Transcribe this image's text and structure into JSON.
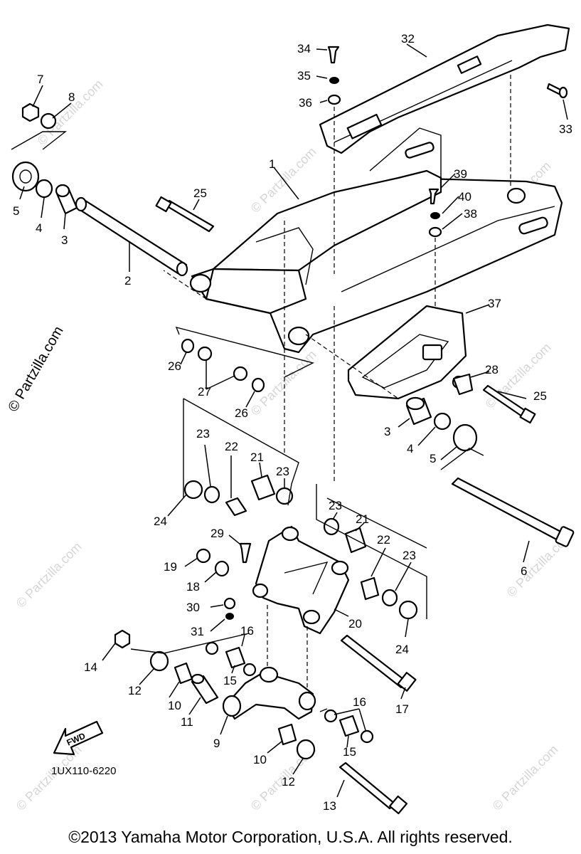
{
  "diagram": {
    "part_labels": [
      "1",
      "2",
      "3",
      "4",
      "5",
      "6",
      "7",
      "8",
      "9",
      "10",
      "11",
      "12",
      "13",
      "14",
      "15",
      "16",
      "17",
      "18",
      "19",
      "20",
      "21",
      "22",
      "23",
      "24",
      "25",
      "26",
      "27",
      "28",
      "29",
      "30",
      "31",
      "32",
      "33",
      "34",
      "35",
      "36",
      "37",
      "38",
      "39",
      "40"
    ],
    "fwd_label": "FWD",
    "drawing_code": "1UX110-6220",
    "side_watermark": "© Partzilla.com",
    "watermark": "© Partzilla.com"
  },
  "footer": {
    "copyright": "©2013  Yamaha Motor Corporation, U.S.A. All rights reserved."
  },
  "colors": {
    "line": "#000000",
    "watermark": "#d6d6d6",
    "background": "#ffffff"
  }
}
